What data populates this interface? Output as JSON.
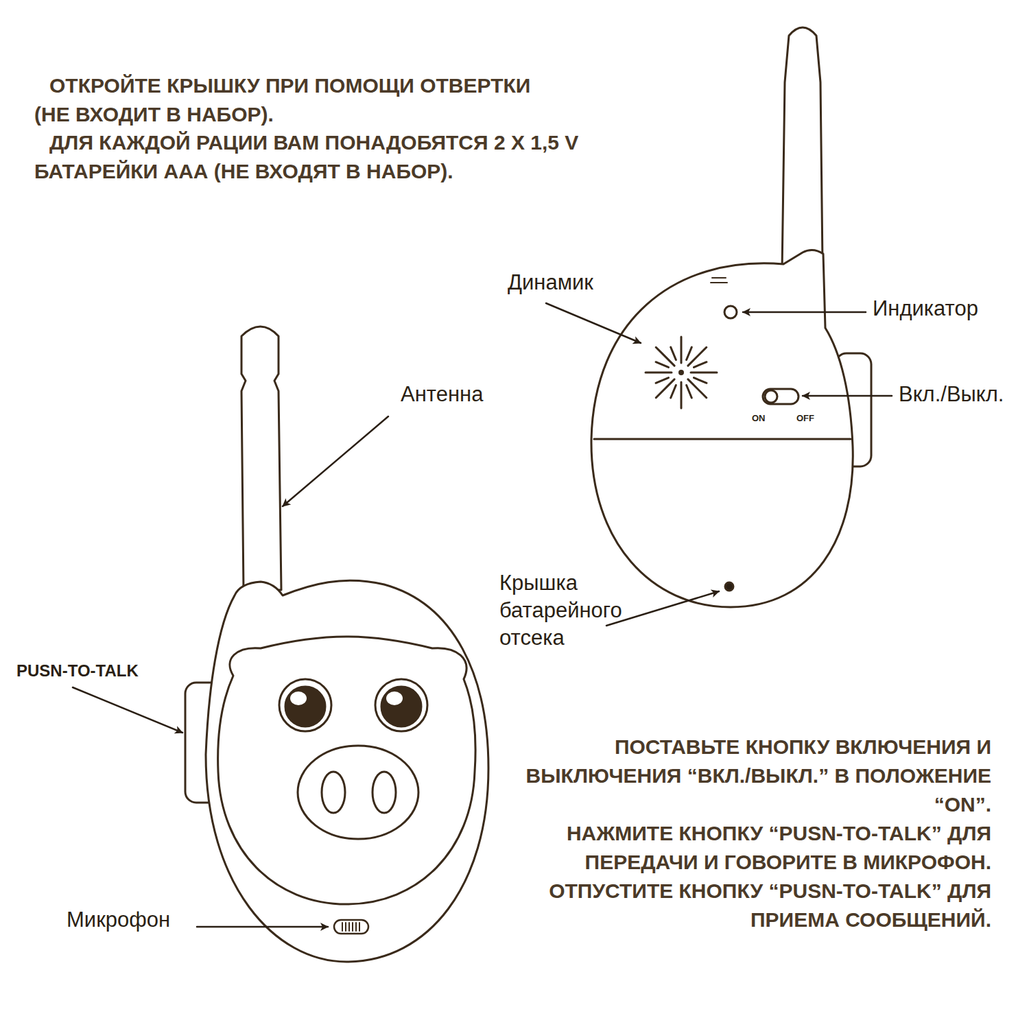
{
  "diagram": {
    "labels": [
      "ОТКРОЙТЕ КРЫШКУ ПРИ ПОМОЩИ ОТВЕРТКИ (НЕ ВХОДИТ В НАБОР).",
      "ДЛЯ КАЖДОЙ РАЦИИ ВАМ ПОНАДОБЯТСЯ 2 Х 1,5 V БАТАРЕЙКИ ААА (НЕ ВХОДЯТ В НАБОР).",
      "Динамик",
      "Индикатор",
      "Вкл./Выкл.",
      "ON",
      "OFF",
      "Антенна",
      "Крышка батарейного отсека",
      "PUSN-TO-TALK",
      "Микрофон",
      "ПОСТАВЬТЕ КНОПКУ ВКЛЮЧЕНИЯ И ВЫКЛЮЧЕНИЯ “ВКЛ./ВЫКЛ.” В ПОЛОЖЕНИЕ “ON”.",
      "НАЖМИТЕ КНОПКУ “PUSN-TO-TALK” ДЛЯ ПЕРЕДАЧИ И ГОВОРИТЕ В МИКРОФОН.",
      "ОТПУСТИТЕ КНОПКУ “PUSN-TO-TALK” ДЛЯ ПРИЕМА СООБЩЕНИЙ."
    ]
  }
}
